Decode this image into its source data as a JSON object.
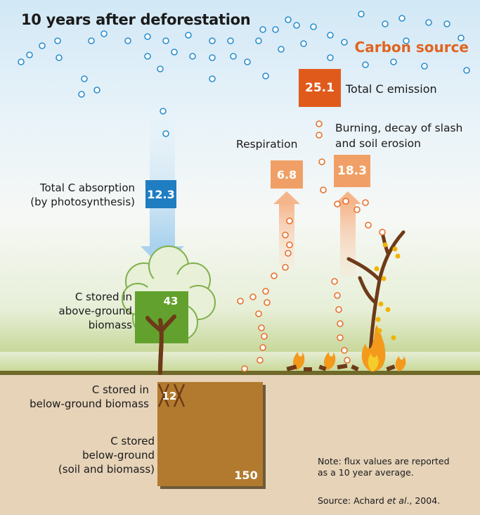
{
  "title": "10 years after deforestation",
  "carbon_source_label": "Carbon source",
  "total_emission": {
    "value": "25.1",
    "label": "Total C emission"
  },
  "absorption": {
    "value": "12.3",
    "label_line1": "Total C absorption",
    "label_line2": "(by photosynthesis)"
  },
  "respiration": {
    "value": "6.8",
    "label": "Respiration"
  },
  "burning": {
    "value": "18.3",
    "label_line1": "Burning, decay of slash",
    "label_line2": "and soil erosion"
  },
  "above_ground": {
    "value": "43",
    "label_line1": "C stored in",
    "label_line2": "above-ground",
    "label_line3": "biomass"
  },
  "below_ground_biomass": {
    "value": "12",
    "label_line1": "C stored in",
    "label_line2": "below-ground biomass"
  },
  "below_ground_total": {
    "value": "150",
    "label_line1": "C stored",
    "label_line2": "below-ground",
    "label_line3": "(soil and biomass)"
  },
  "note": {
    "line1": "Note: flux values are reported",
    "line2": "as a 10 year average.",
    "source_prefix": "Source: Achard ",
    "source_italic": "et al",
    "source_suffix": "., 2004."
  },
  "colors": {
    "blue_box": "#1f7dc1",
    "orange_box": "#e05a1c",
    "light_orange_box": "#f0a066",
    "green_box": "#62a12d",
    "brown_box": "#b27a2e",
    "bubble_blue": "#2a8fd0",
    "bubble_orange": "#e8702a",
    "bubble_yellow": "#f0b400"
  }
}
